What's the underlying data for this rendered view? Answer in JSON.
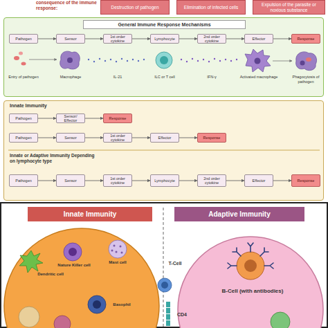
{
  "diagram": {
    "nodes": [
      {
        "text": [
          "Destruction of pathogen"
        ]
      },
      {
        "text": [
          "Elimination of infected cells"
        ]
      },
      {
        "text": [
          "Expulsion of the parasite or noxious substance"
        ]
      },
      {
        "text": [
          "General Immune Response Mechanisms"
        ]
      },
      {
        "text": [
          "Pathogen"
        ],
        "in": 3
      },
      {
        "text": [
          "Sensor"
        ],
        "in": 3
      },
      {
        "text": [
          "1st order cytokine"
        ],
        "in": 3
      },
      {
        "text": [
          "Lymphocyte"
        ],
        "in": 3
      },
      {
        "text": [
          "2nd order cytokine"
        ],
        "in": 3
      },
      {
        "text": [
          "Effector"
        ],
        "in": 3
      },
      {
        "text": [
          "Response"
        ],
        "in": 3
      },
      {
        "text": [
          "Innate Immunity",
          "Innate or Adaptive Immunity Depending on lymphocyte type"
        ]
      },
      {
        "text": [
          "Pathogen"
        ],
        "in": 11
      },
      {
        "text": [
          "Sensor/ Effector"
        ],
        "in": 11
      },
      {
        "text": [
          "Response"
        ],
        "in": 11
      },
      {
        "text": [
          "Pathogen"
        ],
        "in": 11
      },
      {
        "text": [
          "Sensor"
        ],
        "in": 11
      },
      {
        "text": [
          "1st order cytokine"
        ],
        "in": 11
      },
      {
        "text": [
          "Effector"
        ],
        "in": 11
      },
      {
        "text": [
          "Response"
        ],
        "in": 11
      },
      {
        "text": [
          "Pathogen"
        ],
        "in": 11
      },
      {
        "text": [
          "Sensor"
        ],
        "in": 11
      },
      {
        "text": [
          "1st order cytokine"
        ],
        "in": 11
      },
      {
        "text": [
          "Lymphocyte"
        ],
        "in": 11
      },
      {
        "text": [
          "2nd order cytokine"
        ],
        "in": 11
      },
      {
        "text": [
          "Effector"
        ],
        "in": 11
      },
      {
        "text": [
          "Response"
        ],
        "in": 11
      },
      {
        "text": [
          "Innate Immunity"
        ]
      },
      {
        "text": [
          "Adaptive Immunity"
        ]
      }
    ],
    "edges": [
      {
        "from": 4,
        "to": 5,
        "arrow": "to"
      },
      {
        "from": 5,
        "to": 6,
        "arrow": "to"
      },
      {
        "from": 6,
        "to": 7,
        "arrow": "to"
      },
      {
        "from": 7,
        "to": 8,
        "arrow": "to"
      },
      {
        "from": 8,
        "to": 9,
        "arrow": "to"
      },
      {
        "from": 9,
        "to": 10,
        "arrow": "to"
      },
      {
        "from": 12,
        "to": 13,
        "arrow": "to"
      },
      {
        "from": 13,
        "to": 14,
        "arrow": "to"
      },
      {
        "from": 15,
        "to": 16,
        "arrow": "to"
      },
      {
        "from": 16,
        "to": 17,
        "arrow": "to"
      },
      {
        "from": 17,
        "to": 18,
        "arrow": "to"
      },
      {
        "from": 18,
        "to": 19,
        "arrow": "to"
      },
      {
        "from": 20,
        "to": 21,
        "arrow": "to"
      },
      {
        "from": 21,
        "to": 22,
        "arrow": "to"
      },
      {
        "from": 22,
        "to": 23,
        "arrow": "to"
      },
      {
        "from": 23,
        "to": 24,
        "arrow": "to"
      },
      {
        "from": 24,
        "to": 25,
        "arrow": "to"
      },
      {
        "from": 25,
        "to": 26,
        "arrow": "to"
      }
    ],
    "labels": [
      "consequence of the immune response:",
      "Entry of pathogen",
      "Macrophage",
      "IL-21",
      "ILC or T cell",
      "IFN-γ",
      "Activated macrophage",
      "Phagocytosis of pathogen",
      "Dendritic cell",
      "Nature Killer cell",
      "Mast cell",
      "Basophil",
      "T-Cell",
      "B-Cell (with antibodies)",
      "CD4"
    ]
  }
}
